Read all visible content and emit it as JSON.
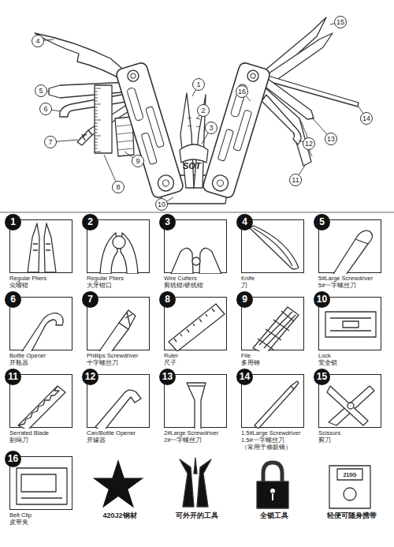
{
  "diagram": {
    "nodes": [
      {
        "text": [
          "1"
        ]
      },
      {
        "text": [
          "2"
        ]
      },
      {
        "text": [
          "3"
        ]
      },
      {
        "text": [
          "4"
        ]
      },
      {
        "text": [
          "5"
        ]
      },
      {
        "text": [
          "6"
        ]
      },
      {
        "text": [
          "7"
        ]
      },
      {
        "text": [
          "8"
        ]
      },
      {
        "text": [
          "9"
        ]
      },
      {
        "text": [
          "10"
        ]
      },
      {
        "text": [
          "11"
        ]
      },
      {
        "text": [
          "12"
        ]
      },
      {
        "text": [
          "13"
        ]
      },
      {
        "text": [
          "14"
        ]
      },
      {
        "text": [
          "15"
        ]
      },
      {
        "text": [
          "16"
        ]
      },
      {
        "text": [
          "1",
          "Regular Pliers",
          "尖嘴钳"
        ]
      },
      {
        "text": [
          "2",
          "Regular Pliers",
          "大牙钳口"
        ]
      },
      {
        "text": [
          "3",
          "Wire Cutters",
          "剪线钳/硬线钳"
        ]
      },
      {
        "text": [
          "4",
          "Knife",
          "刀"
        ]
      },
      {
        "text": [
          "5",
          "5#Large Screwdriver",
          "5#一字螺丝刀"
        ]
      },
      {
        "text": [
          "6",
          "Bottle Opener",
          "开瓶器"
        ]
      },
      {
        "text": [
          "7",
          "Phillips Screwdriver",
          "十字螺丝刀"
        ]
      },
      {
        "text": [
          "8",
          "Ruler",
          "尺子"
        ]
      },
      {
        "text": [
          "9",
          "File",
          "多用锉"
        ]
      },
      {
        "text": [
          "10",
          "Lock",
          "安全锁"
        ]
      },
      {
        "text": [
          "11",
          "Serrated Blade",
          "割绳刀"
        ]
      },
      {
        "text": [
          "12",
          "Can/Bottle Opener",
          "开罐器"
        ]
      },
      {
        "text": [
          "13",
          "2#Large Screwdriver",
          "2#一字螺丝刀"
        ]
      },
      {
        "text": [
          "14",
          "1.5#Large Screwdriver",
          "1.5#一字螺丝刀",
          "（常用于修眼镜）"
        ]
      },
      {
        "text": [
          "15",
          "Scissors",
          "剪刀"
        ]
      },
      {
        "text": [
          "16",
          "Belt Clip",
          "皮带夹"
        ]
      },
      {
        "text": [
          "420J2钢材"
        ]
      },
      {
        "text": [
          "可外开的工具"
        ]
      },
      {
        "text": [
          "全锁工具"
        ]
      },
      {
        "text": [
          "轻便可随身携带"
        ]
      }
    ],
    "labels": [
      "SOT",
      "210G"
    ]
  }
}
